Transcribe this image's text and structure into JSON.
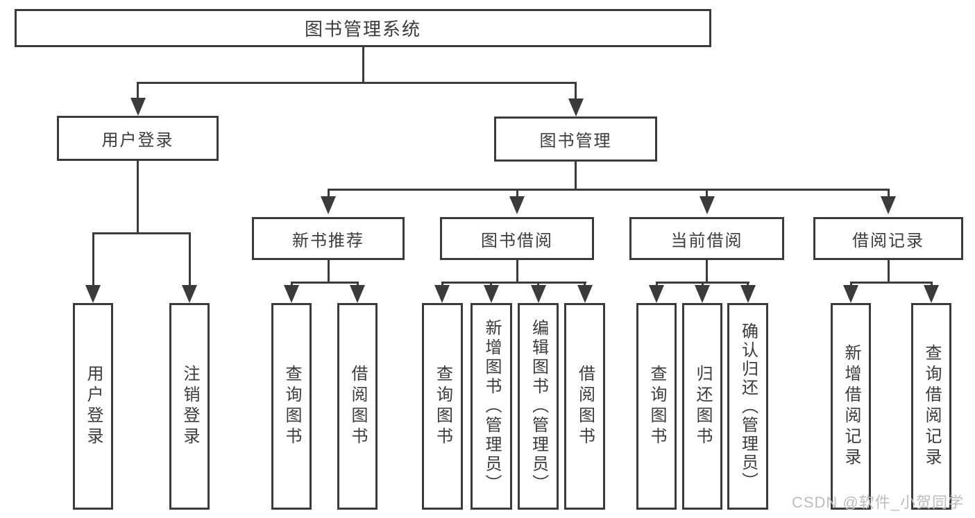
{
  "root": {
    "label": "图书管理系统"
  },
  "user_login": {
    "label": "用户登录",
    "children": [
      {
        "label": "用户登录"
      },
      {
        "label": "注销登录"
      }
    ]
  },
  "book_mgmt": {
    "label": "图书管理",
    "children": [
      {
        "label": "新书推荐",
        "children": [
          {
            "label": "查询图书"
          },
          {
            "label": "借阅图书"
          }
        ]
      },
      {
        "label": "图书借阅",
        "children": [
          {
            "label": "查询图书"
          },
          {
            "label": "新增图书（管理员）"
          },
          {
            "label": "编辑图书（管理员）"
          },
          {
            "label": "借阅图书"
          }
        ]
      },
      {
        "label": "当前借阅",
        "children": [
          {
            "label": "查询图书"
          },
          {
            "label": "归还图书"
          },
          {
            "label": "确认归还（管理员）"
          }
        ]
      },
      {
        "label": "借阅记录",
        "children": [
          {
            "label": "新增借阅记录"
          },
          {
            "label": "查询借阅记录"
          }
        ]
      }
    ]
  },
  "watermark": "CSDN @软件_小贺同学",
  "colors": {
    "line": "#3b3b3b",
    "text": "#3b3b3b",
    "box_bg": "#ffffff",
    "watermark": "#bdbdbd"
  }
}
